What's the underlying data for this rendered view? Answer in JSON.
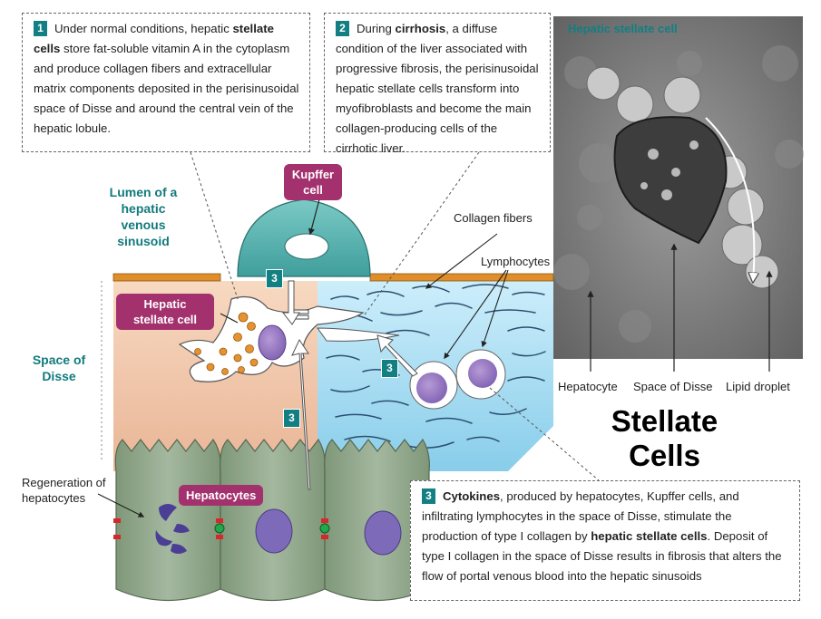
{
  "box1": {
    "number": "1",
    "segments": [
      {
        "text": "Under normal conditions, hepatic ",
        "bold": false
      },
      {
        "text": "stellate cells",
        "bold": true
      },
      {
        "text": " store fat-soluble vitamin A in the cytoplasm and produce collagen fibers and extracellular matrix components deposited in the perisinusoidal space of Disse and around the central vein of the hepatic lobule.",
        "bold": false
      }
    ]
  },
  "box2": {
    "number": "2",
    "segments": [
      {
        "text": "During ",
        "bold": false
      },
      {
        "text": "cirrhosis",
        "bold": true
      },
      {
        "text": ", a diffuse condition of the liver associated with progressive fibrosis, the perisinusoidal hepatic stellate cells transform into myofibroblasts and become the main collagen-producing cells of the cirrhotic liver.",
        "bold": false
      }
    ]
  },
  "box3": {
    "number": "3",
    "segments": [
      {
        "text": "Cytokines",
        "bold": true
      },
      {
        "text": ", produced by hepatocytes, Kupffer cells, and infiltrating lymphocytes in the space of Disse, stimulate the production of type I collagen by ",
        "bold": false
      },
      {
        "text": "hepatic stellate cells",
        "bold": true
      },
      {
        "text": ". Deposit of type I collagen in the space of Disse results in fibrosis that alters the flow of portal venous blood into the hepatic sinusoids",
        "bold": false
      }
    ]
  },
  "labels": {
    "lumen": "Lumen of a hepatic venous sinusoid",
    "kupffer": "Kupffer cell",
    "stellate": "Hepatic stellate cell",
    "space_of_disse": "Space of Disse",
    "collagen_fibers": "Collagen fibers",
    "lymphocytes": "Lymphocytes",
    "regeneration": "Regeneration of hepatocytes",
    "hepatocytes": "Hepatocytes",
    "badge": "3"
  },
  "micrograph": {
    "title": "Hepatic stellate cell",
    "hepatocyte": "Hepatocyte",
    "space_of_disse": "Space of Disse",
    "lipid_droplet": "Lipid droplet"
  },
  "big_title": "Stellate Cells",
  "colors": {
    "teal": "#127f83",
    "magenta": "#a3316e",
    "hepatocyte_fill": "#8fa58a",
    "disse_peach": "#f3cdb0",
    "disse_blue": "#a9dcf2",
    "kupffer_fill": "#5fb6b3",
    "endothelium": "#e08e2a"
  }
}
